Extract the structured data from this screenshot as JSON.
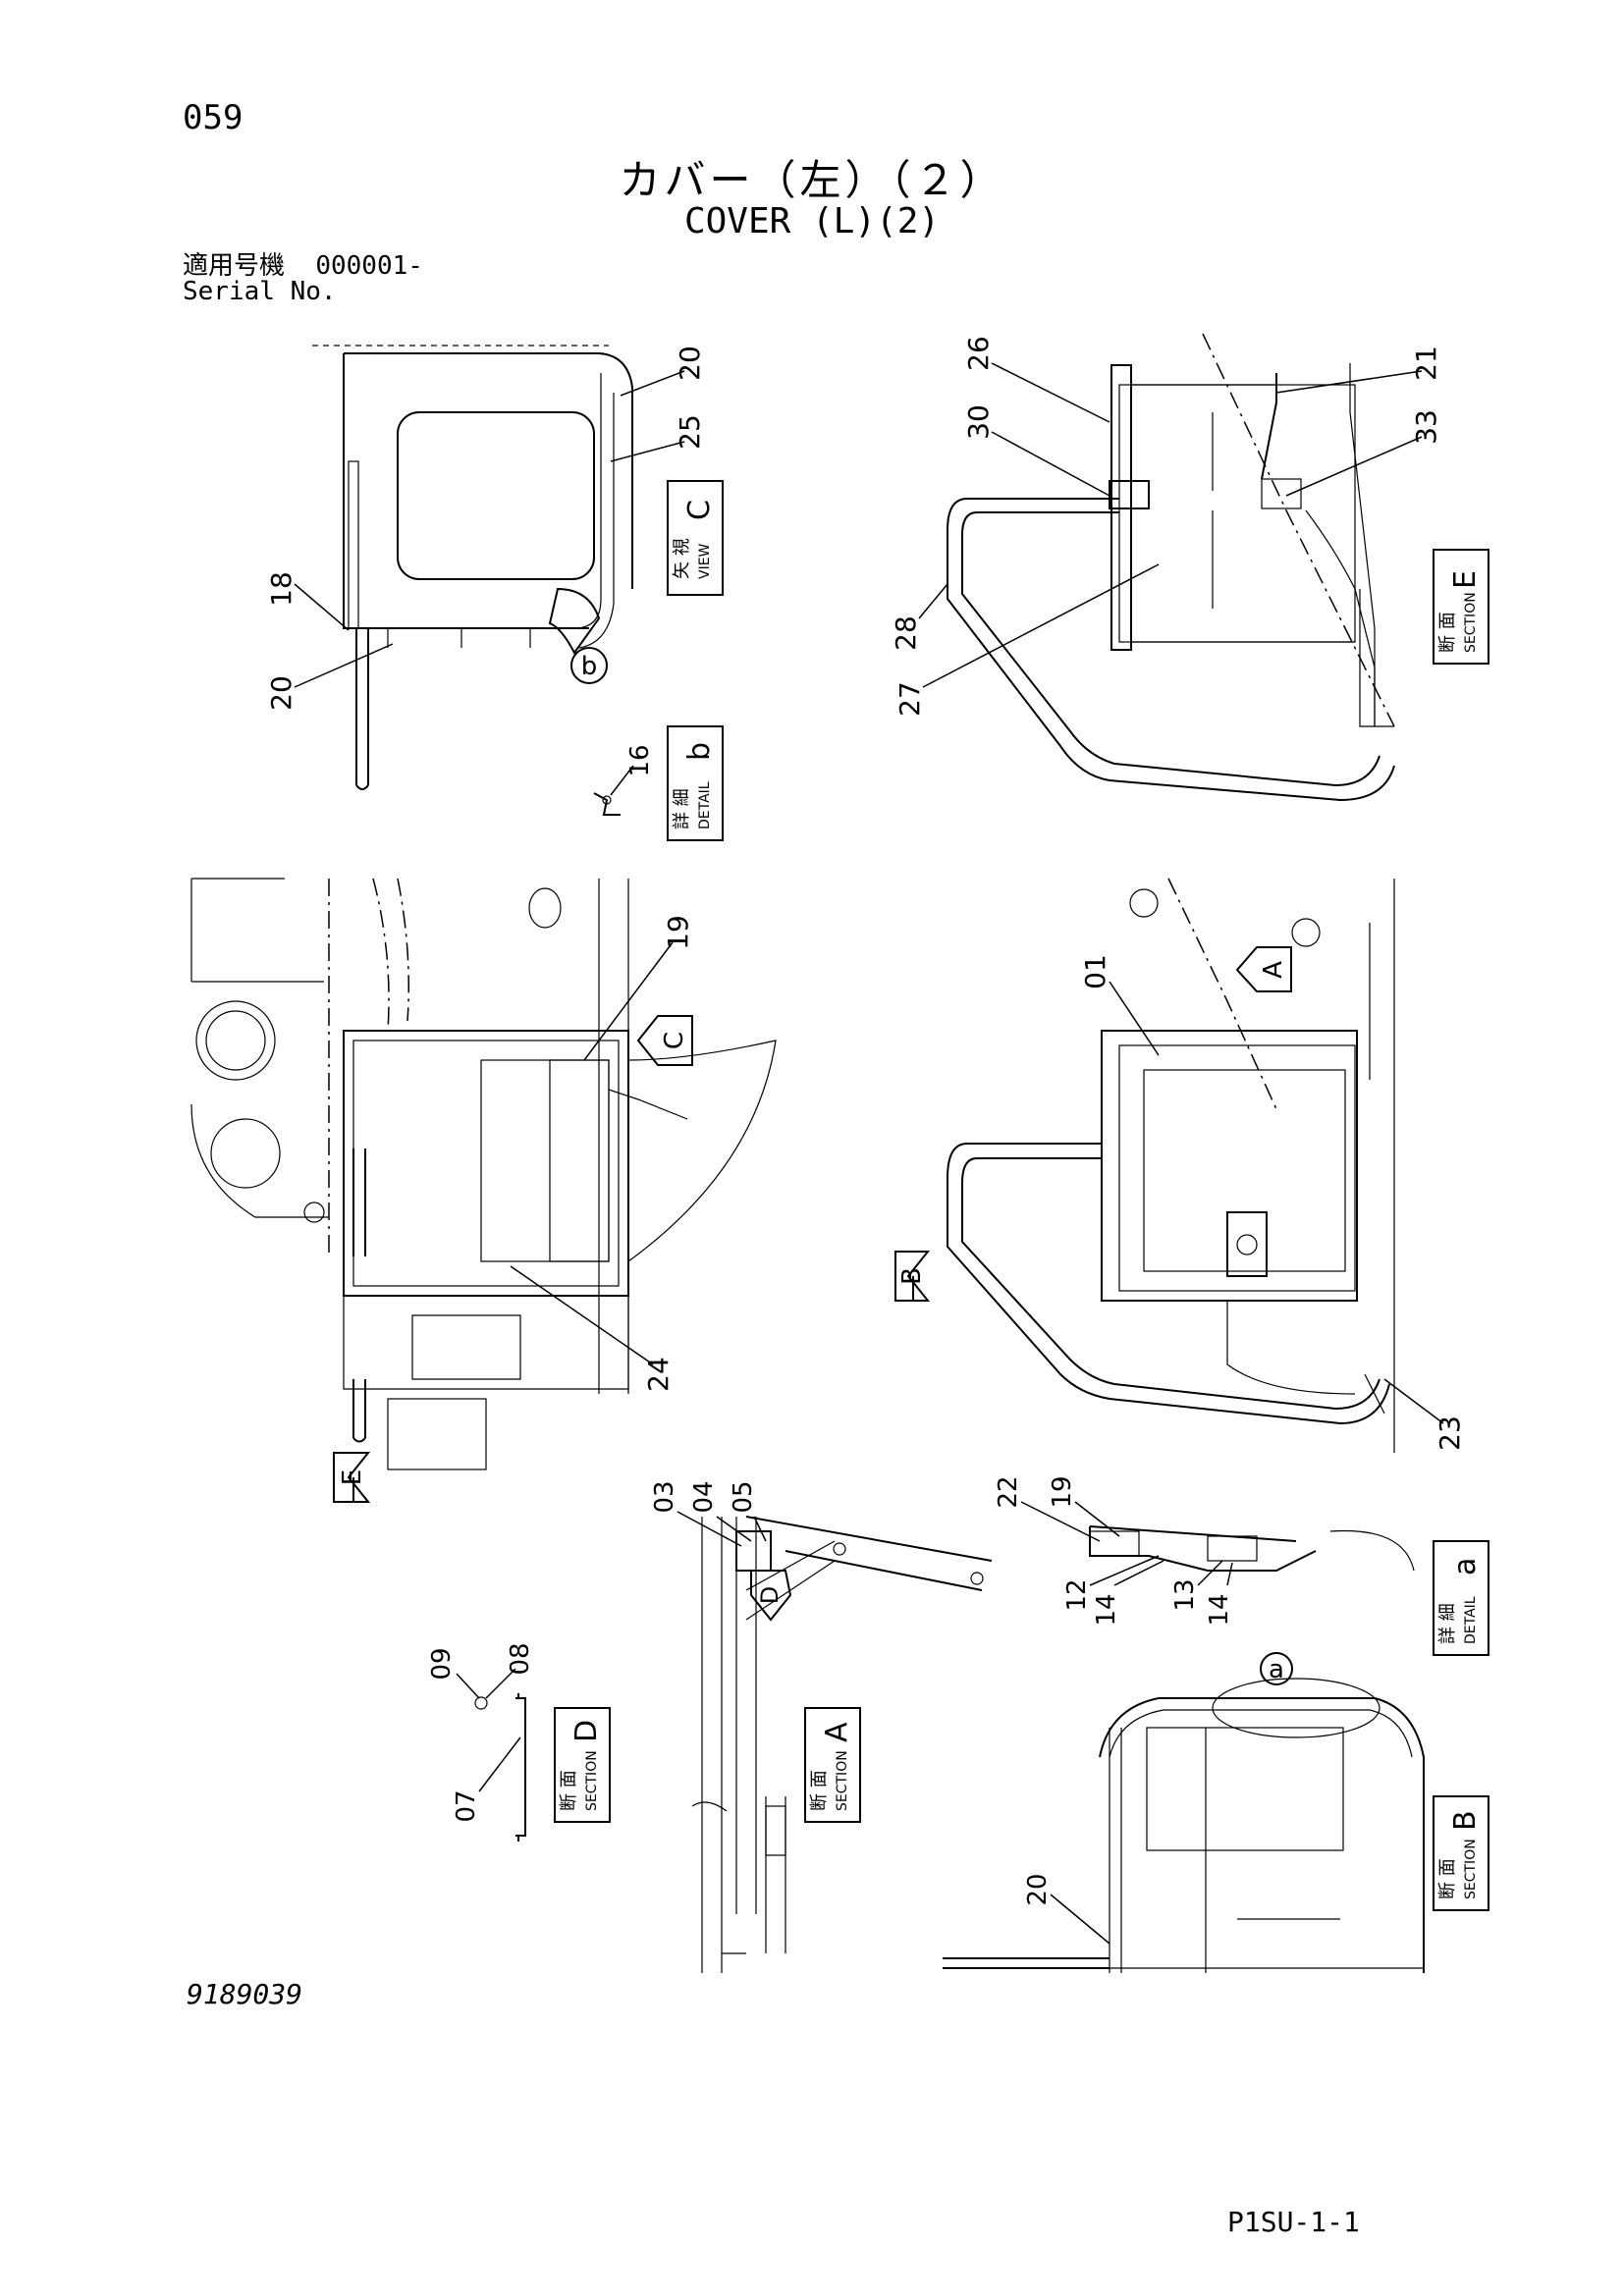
{
  "header": {
    "page_number": "059",
    "title_jp": "カバー（左）（２）",
    "title_en": "COVER (L)(2)",
    "serial_label_jp": "適用号機",
    "serial_value": "000001-",
    "serial_label_en": "Serial No."
  },
  "footer": {
    "drawing_number": "9189039",
    "page_code": "P1SU-1-1"
  },
  "views": [
    {
      "kanji": "矢 視",
      "en": "VIEW",
      "letter": "C"
    },
    {
      "kanji": "詳 細",
      "en": "DETAIL",
      "letter": "b"
    },
    {
      "kanji": "断 面",
      "en": "SECTION",
      "letter": "E"
    },
    {
      "kanji": "詳 細",
      "en": "DETAIL",
      "letter": "a"
    },
    {
      "kanji": "断 面",
      "en": "SECTION",
      "letter": "D"
    },
    {
      "kanji": "断 面",
      "en": "SECTION",
      "letter": "A"
    },
    {
      "kanji": "断 面",
      "en": "SECTION",
      "letter": "B"
    }
  ],
  "part_callouts": [
    "20",
    "25",
    "18",
    "20",
    "16",
    "26",
    "21",
    "30",
    "33",
    "28",
    "27",
    "19",
    "24",
    "01",
    "23",
    "03",
    "04",
    "05",
    "22",
    "19",
    "12",
    "14",
    "13",
    "14",
    "09",
    "08",
    "07",
    "20"
  ],
  "marker_letters": [
    "b",
    "a",
    "C",
    "A",
    "B",
    "D",
    "E"
  ]
}
